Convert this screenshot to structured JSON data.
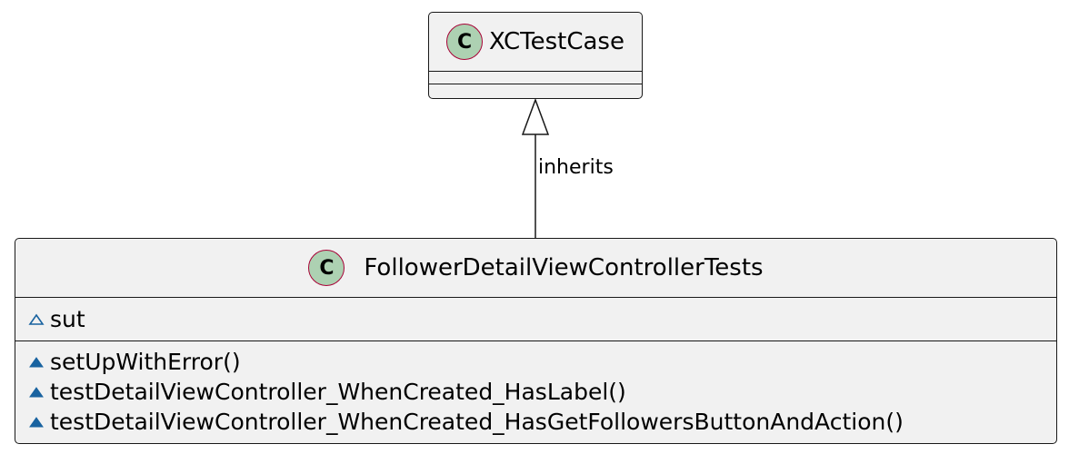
{
  "diagram": {
    "parent_class": {
      "stereotype_letter": "C",
      "name": "XCTestCase"
    },
    "child_class": {
      "stereotype_letter": "C",
      "name": "FollowerDetailViewControllerTests",
      "fields": [
        {
          "visibility": "package",
          "visibility_icon": "hollow-triangle-icon",
          "text": "sut"
        }
      ],
      "methods": [
        {
          "visibility": "package",
          "visibility_icon": "filled-triangle-icon",
          "text": "setUpWithError()"
        },
        {
          "visibility": "package",
          "visibility_icon": "filled-triangle-icon",
          "text": "testDetailViewController_WhenCreated_HasLabel()"
        },
        {
          "visibility": "package",
          "visibility_icon": "filled-triangle-icon",
          "text": "testDetailViewController_WhenCreated_HasGetFollowersButtonAndAction()"
        }
      ]
    },
    "relation": {
      "type": "inheritance",
      "label": "inherits"
    },
    "colors": {
      "class_fill": "#f1f1f1",
      "class_border": "#181818",
      "badge_fill": "#add1b2",
      "badge_border": "#a80036",
      "visibility_icon": "#1963a0"
    }
  }
}
